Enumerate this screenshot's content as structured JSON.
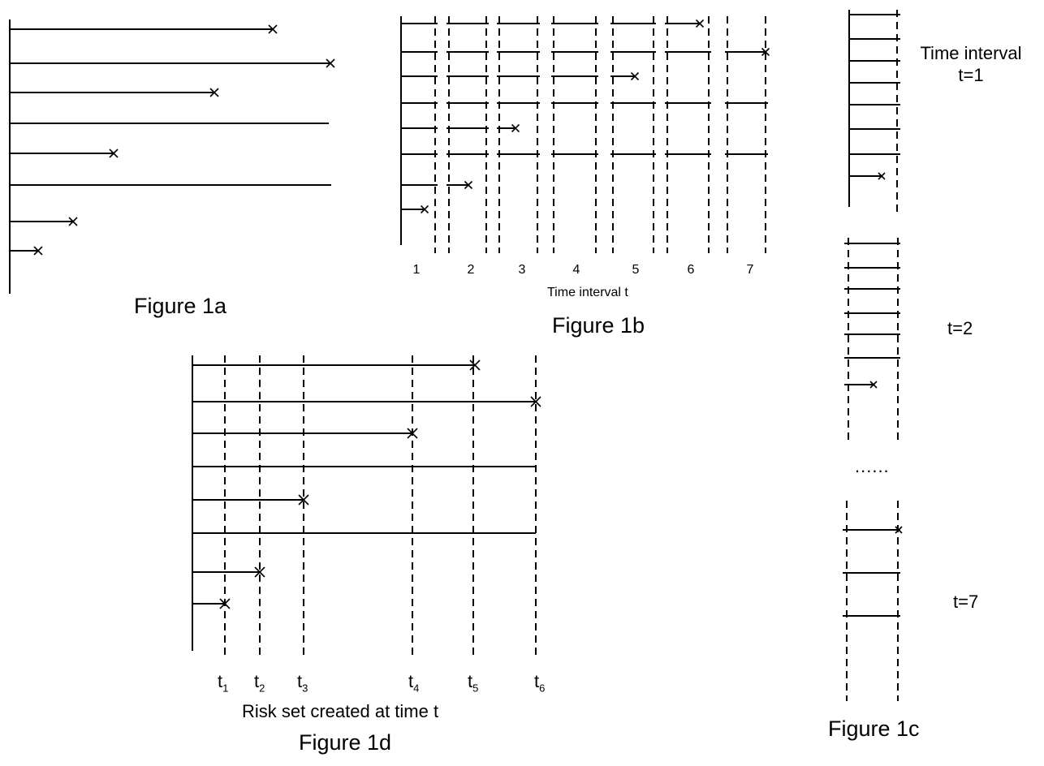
{
  "fig1a": {
    "caption": "Figure 1a"
  },
  "fig1b": {
    "caption": "Figure 1b",
    "axis_label": "Time interval t",
    "ticks": [
      "1",
      "2",
      "3",
      "4",
      "5",
      "6",
      "7"
    ]
  },
  "fig1c": {
    "caption": "Figure 1c",
    "label_t1": "Time interval t=1",
    "label_t2": "t=2",
    "label_t7": "t=7",
    "ellipsis": "......"
  },
  "fig1d": {
    "caption": "Figure 1d",
    "axis_label": "Risk set created at time t",
    "ticks": [
      {
        "base": "t",
        "sub": "1"
      },
      {
        "base": "t",
        "sub": "2"
      },
      {
        "base": "t",
        "sub": "3"
      },
      {
        "base": "t",
        "sub": "4"
      },
      {
        "base": "t",
        "sub": "5"
      },
      {
        "base": "t",
        "sub": "6"
      }
    ]
  }
}
